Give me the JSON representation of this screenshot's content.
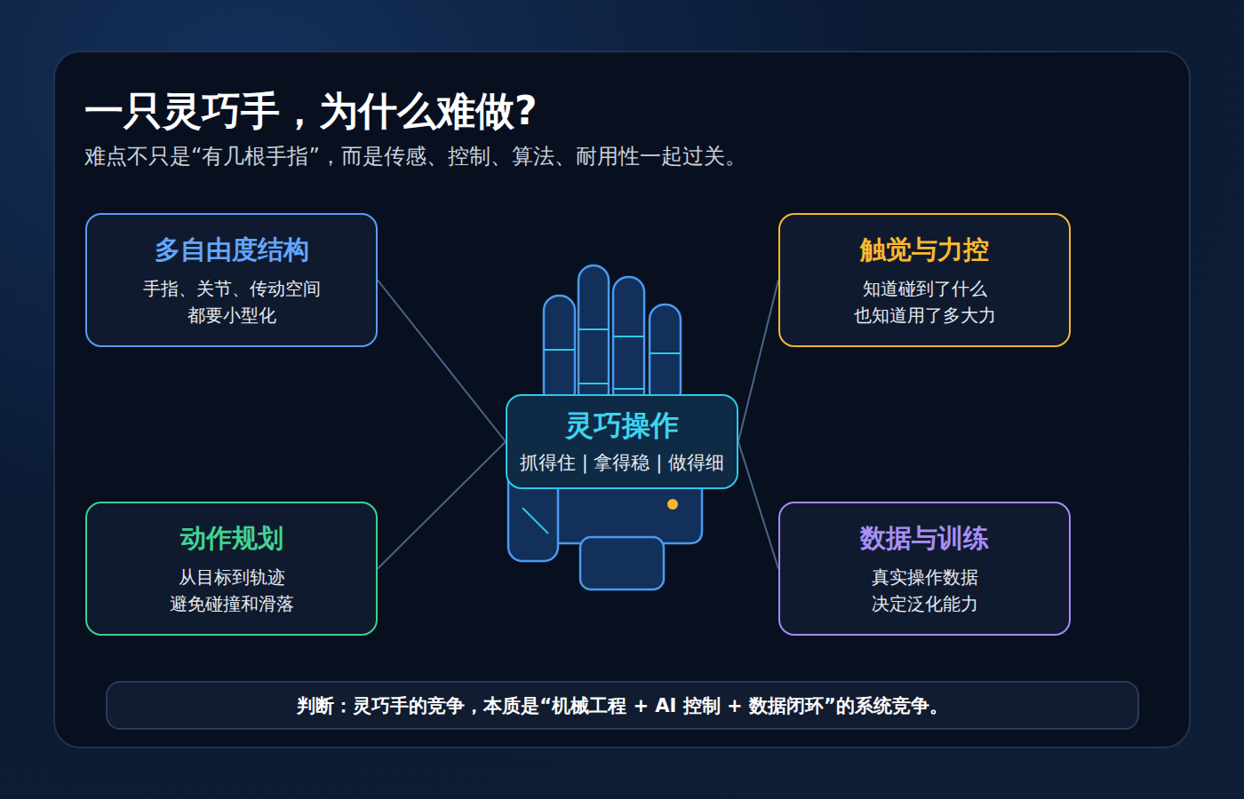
{
  "diagram": {
    "title": "一只灵巧手，为什么难做?",
    "caption": "难点不只是“有几根手指”，而是传感、控制、算法、耐用性一起过关。",
    "nodes": [
      {
        "text": [
          "多自由度结构",
          "手指、关节、传动空间 都要小型化"
        ]
      },
      {
        "text": [
          "触觉与力控",
          "知道碰到了什么 也知道用了多大力"
        ]
      },
      {
        "text": [
          "灵巧操作",
          "抓得住 | 拿得稳 | 做得细"
        ]
      },
      {
        "text": [
          "动作规划",
          "从目标到轨迹 避免碰撞和滑落"
        ]
      },
      {
        "text": [
          "数据与训练",
          "真实操作数据 决定泛化能力"
        ]
      },
      {
        "text": [
          "判断：灵巧手的竞争，本质是“机械工程 + AI 控制 + 数据闭环”的系统竞争。"
        ]
      }
    ],
    "edges": [
      {
        "from": 0,
        "to": 2,
        "arrow": "none"
      },
      {
        "from": 3,
        "to": 2,
        "arrow": "none"
      },
      {
        "from": 1,
        "to": 2,
        "arrow": "none"
      },
      {
        "from": 4,
        "to": 2,
        "arrow": "none"
      }
    ]
  }
}
